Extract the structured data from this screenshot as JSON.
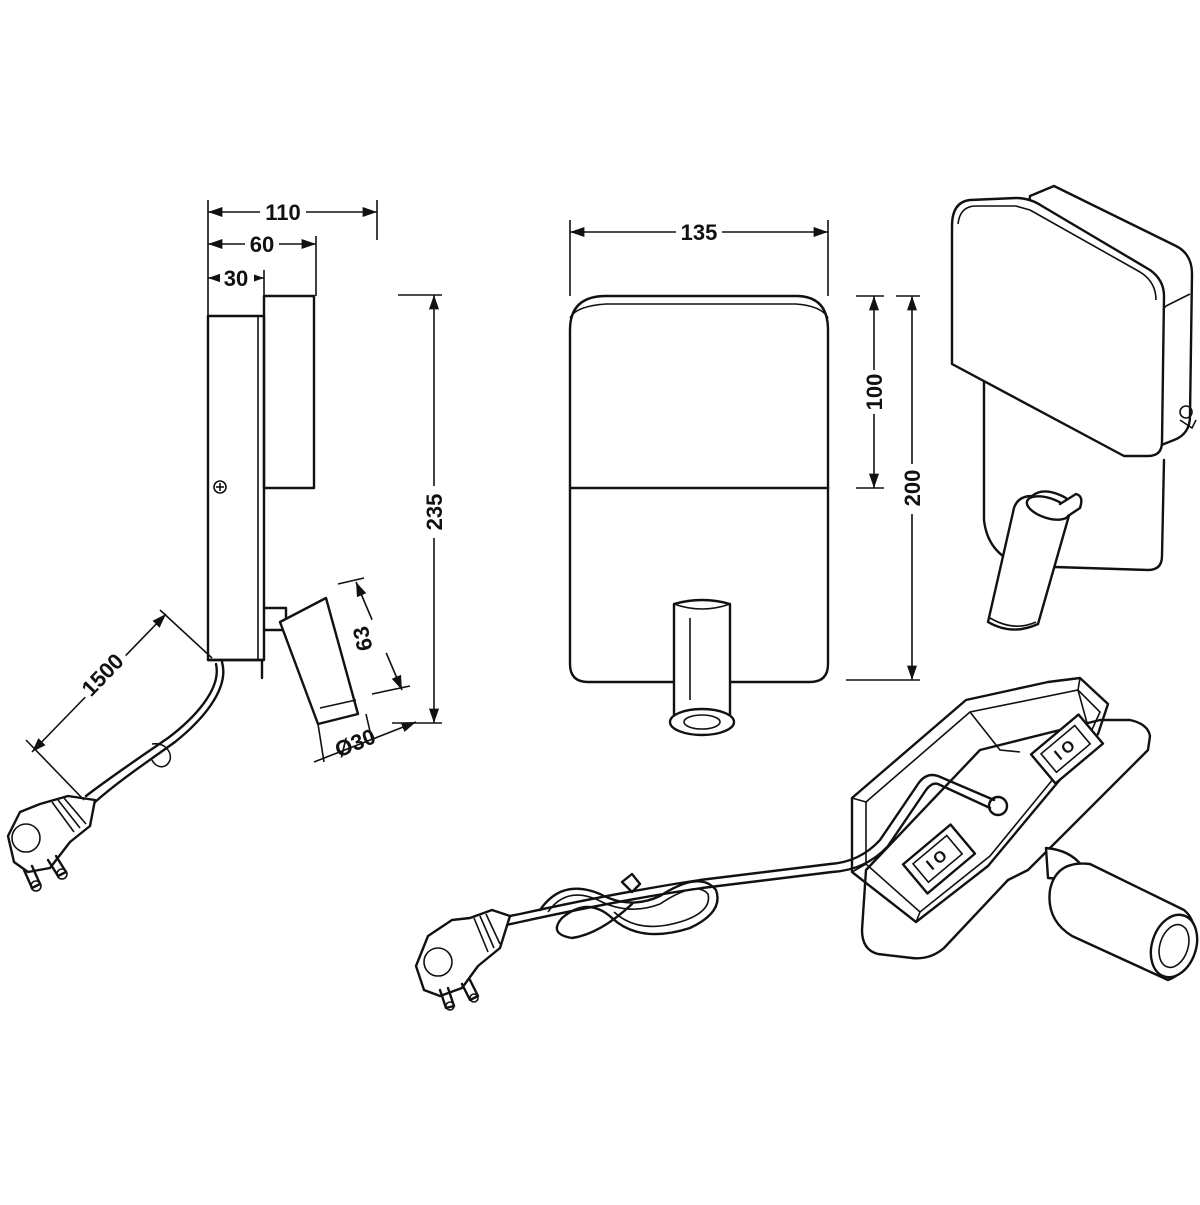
{
  "dimensions": {
    "side_total_depth": "110",
    "side_head_depth": "60",
    "side_base_depth": "30",
    "cable_length": "1500",
    "spot_length": "63",
    "spot_diameter": "Ø30",
    "overall_height": "235",
    "front_width": "135",
    "head_height": "100",
    "plate_height": "200"
  },
  "switch_marks": {
    "on": "I",
    "off": "O"
  }
}
